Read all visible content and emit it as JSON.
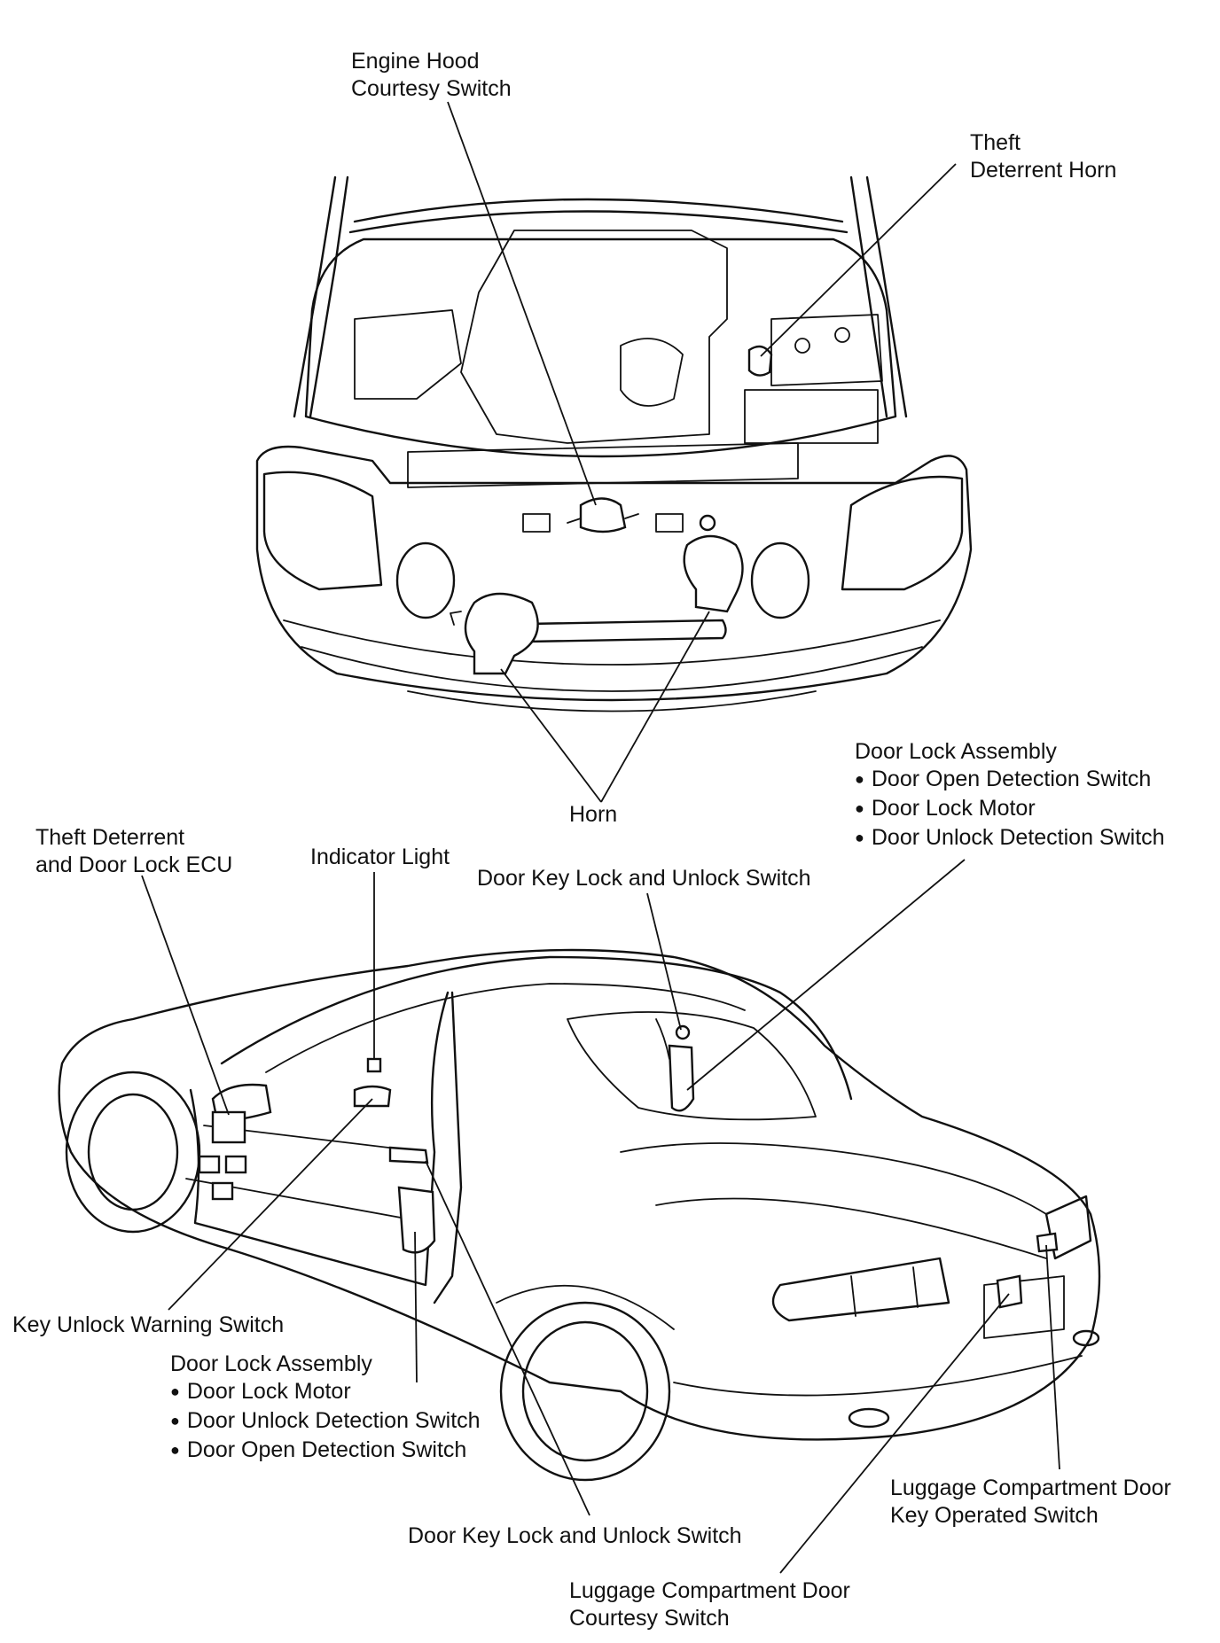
{
  "labels": {
    "engine_hood": [
      "Engine Hood",
      "Courtesy Switch"
    ],
    "theft_horn": [
      "Theft",
      "Deterrent Horn"
    ],
    "horn": "Horn",
    "door_lock_assy_right": {
      "title": "Door Lock Assembly",
      "items": [
        "Door Open Detection Switch",
        "Door Lock Motor",
        "Door Unlock Detection Switch"
      ]
    },
    "theft_ecu": [
      "Theft Deterrent",
      "and Door Lock ECU"
    ],
    "indicator_light": "Indicator Light",
    "door_key_switch_top": "Door Key Lock and Unlock Switch",
    "key_unlock_warning": "Key Unlock Warning Switch",
    "door_lock_assy_left": {
      "title": "Door Lock Assembly",
      "items": [
        "Door Lock Motor",
        "Door Unlock Detection Switch",
        "Door Open Detection Switch"
      ]
    },
    "door_key_switch_bottom": "Door Key Lock and Unlock Switch",
    "luggage_key_switch": [
      "Luggage Compartment Door",
      "Key Operated Switch"
    ],
    "luggage_courtesy": [
      "Luggage Compartment Door",
      "Courtesy Switch"
    ]
  }
}
